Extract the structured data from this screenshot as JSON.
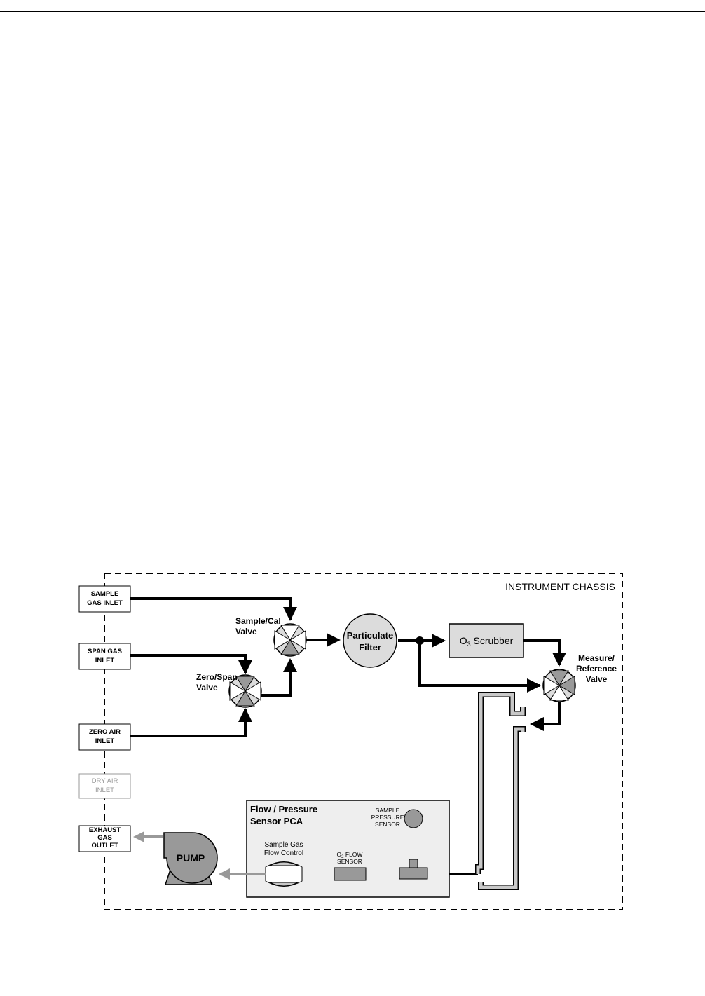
{
  "chassis": {
    "label": "INSTRUMENT CHASSIS"
  },
  "inlets": {
    "sample_gas": [
      "SAMPLE",
      "GAS INLET"
    ],
    "span_gas": [
      "SPAN GAS",
      "INLET"
    ],
    "zero_air": [
      "ZERO AIR",
      "INLET"
    ],
    "dry_air": [
      "DRY AIR",
      "INLET"
    ],
    "exhaust": [
      "EXHAUST",
      "GAS",
      "OUTLET"
    ]
  },
  "valves": {
    "sample_cal": [
      "Sample/Cal",
      "Valve"
    ],
    "zero_span": [
      "Zero/Span",
      "Valve"
    ],
    "measure_reference": [
      "Measure/",
      "Reference",
      "Valve"
    ]
  },
  "particulate_filter": [
    "Particulate",
    "Filter"
  ],
  "o3_scrubber": {
    "main": "O",
    "sub": "3",
    "rest": " Scrubber"
  },
  "sensor_pca": [
    "Flow / Pressure",
    "Sensor PCA"
  ],
  "sample_pressure_sensor": [
    "SAMPLE",
    "PRESSURE",
    "SENSOR"
  ],
  "flow_control": [
    "Sample Gas",
    "Flow Control"
  ],
  "o2_flow_sensor": {
    "line1_main": "O",
    "line1_sub": "2",
    "line1_rest": " FLOW",
    "line2": "SENSOR"
  },
  "pump": "PUMP",
  "colors": {
    "line": "#000000",
    "component_fill": "#dcdcdc",
    "pca_fill": "#eeeeee",
    "dark_fill": "#999999",
    "exhaust_arrow": "#999999",
    "dry_air_text": "#999999"
  }
}
